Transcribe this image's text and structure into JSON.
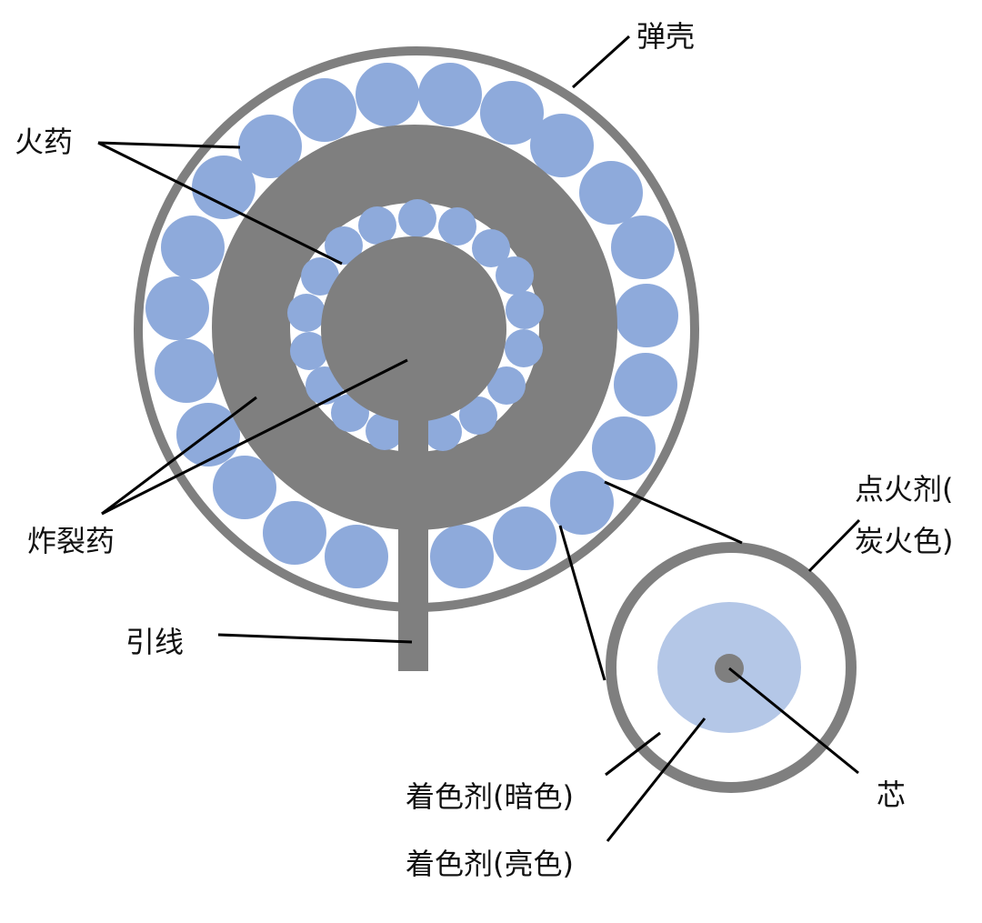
{
  "colors": {
    "shell": "#7f7f7f",
    "powder": "#8eaadb",
    "bright_color_agent": "#b4c7e7",
    "background": "#ffffff",
    "leader_line": "#000000"
  },
  "labels": {
    "shell": "弹壳",
    "powder": "火药",
    "burst_charge": "炸裂药",
    "fuse": "引线",
    "igniter_line1": "点火剂(",
    "igniter_line2": "炭火色)",
    "core": "芯",
    "dark_color_agent": "着色剂(暗色)",
    "bright_color_agent": "着色剂(亮色)"
  }
}
